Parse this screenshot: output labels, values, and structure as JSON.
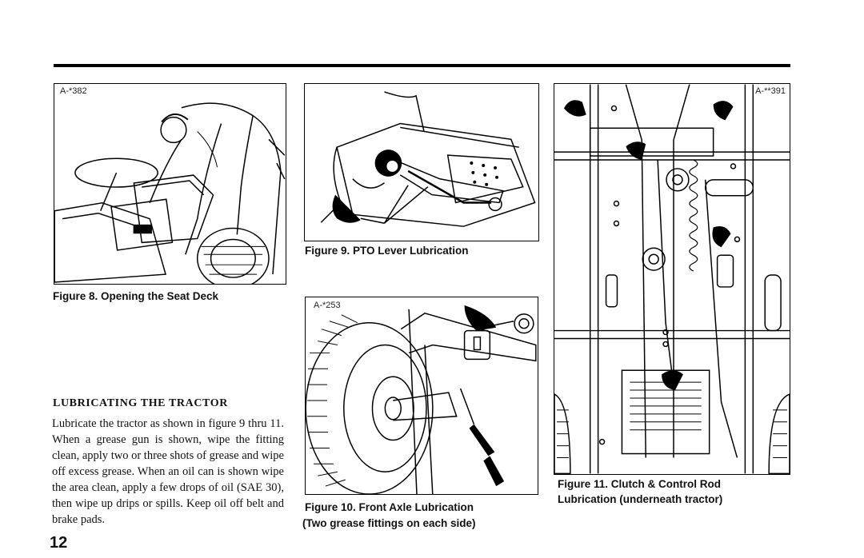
{
  "page": {
    "number": "12"
  },
  "figures": {
    "fig8": {
      "id": "A-*382",
      "caption": "Figure 8. Opening the Seat Deck"
    },
    "fig9": {
      "id": "",
      "caption": "Figure 9. PTO Lever Lubrication"
    },
    "fig10": {
      "id": "A-*253",
      "caption_line1": "Figure 10. Front Axle Lubrication",
      "caption_line2": "(Two grease fittings on each side)"
    },
    "fig11": {
      "id": "A-**391",
      "caption_line1": "Figure 11. Clutch & Control Rod",
      "caption_line2": "Lubrication (underneath tractor)"
    }
  },
  "section": {
    "heading": "LUBRICATING THE TRACTOR",
    "body": "Lubricate the tractor as shown in figure 9 thru 11. When a grease gun is shown, wipe the fitting clean, apply two or three shots of grease and wipe off excess grease. When an oil can is shown wipe the area clean, apply a few drops of oil (SAE 30), then wipe up drips or spills. Keep oil off belt and brake pads."
  }
}
